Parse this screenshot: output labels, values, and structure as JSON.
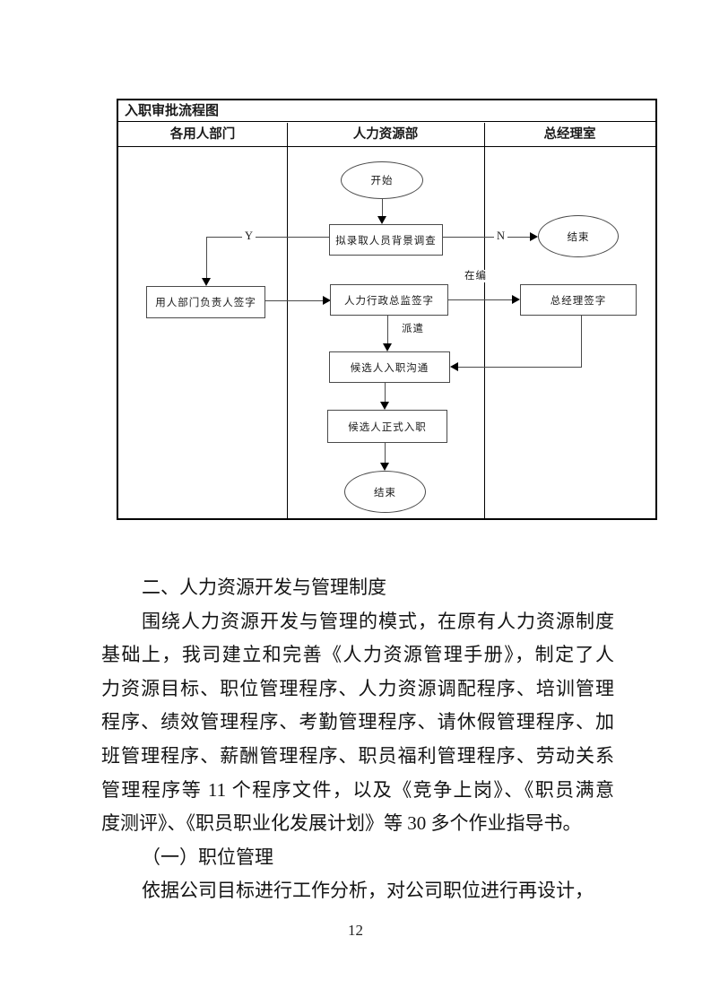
{
  "flowchart": {
    "title": "入职审批流程图",
    "columns": [
      {
        "label": "各用人部门"
      },
      {
        "label": "人力资源部"
      },
      {
        "label": "总经理室"
      }
    ],
    "nodes": {
      "start": {
        "label": "开始"
      },
      "background_check": {
        "label": "拟录取人员背景调查"
      },
      "end_right": {
        "label": "结束"
      },
      "dept_head_sign": {
        "label": "用人部门负责人签字"
      },
      "hr_director_sign": {
        "label": "人力行政总监签字"
      },
      "gm_sign": {
        "label": "总经理签字"
      },
      "onboard_communication": {
        "label": "候选人入职沟通"
      },
      "formal_onboard": {
        "label": "候选人正式入职"
      },
      "end_bottom": {
        "label": "结束"
      }
    },
    "edge_labels": {
      "yes": "Y",
      "no": "N",
      "established": "在编",
      "dispatch": "派遣"
    }
  },
  "document": {
    "section_heading": "二、人力资源开发与管理制度",
    "paragraph_lines": [
      "围绕人力资源开发与管理的模式，在原有人力资源制度",
      "基础上，我司建立和完善《人力资源管理手册》，制定了人",
      "力资源目标、职位管理程序、人力资源调配程序、培训管理",
      "程序、绩效管理程序、考勤管理程序、请休假管理程序、加",
      "班管理程序、薪酬管理程序、职员福利管理程序、劳动关系",
      "管理程序等 11 个程序文件，以及《竞争上岗》、《职员满意",
      "度测评》、《职员职业化发展计划》等 30 多个作业指导书。"
    ],
    "subsection_heading": "（一）职位管理",
    "paragraph2": "依据公司目标进行工作分析，对公司职位进行再设计，"
  },
  "page": {
    "number": "12"
  },
  "colors": {
    "outer_border": "#000000",
    "box_border": "#4a4a4a",
    "background": "#ffffff"
  }
}
